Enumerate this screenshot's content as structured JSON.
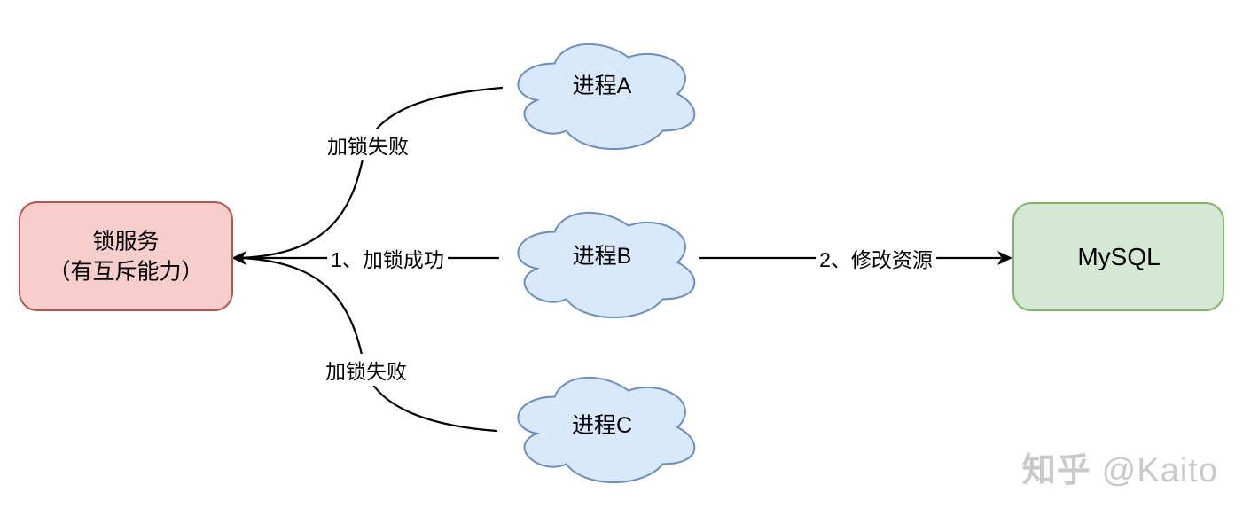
{
  "diagram": {
    "title_hint": "distributed-lock-diagram",
    "nodes": {
      "lock_service": {
        "line1": "锁服务",
        "line2": "（有互斥能力）",
        "fill": "#f8cecc",
        "stroke": "#b85450"
      },
      "process_a": {
        "label": "进程A",
        "fill": "#dae8fc",
        "stroke": "#6c8ebf"
      },
      "process_b": {
        "label": "进程B",
        "fill": "#dae8fc",
        "stroke": "#6c8ebf"
      },
      "process_c": {
        "label": "进程C",
        "fill": "#dae8fc",
        "stroke": "#6c8ebf"
      },
      "mysql": {
        "label": "MySQL",
        "fill": "#d5e8d4",
        "stroke": "#82b366"
      }
    },
    "edges": {
      "a_to_lock": {
        "label": "加锁失败",
        "color": "#000000"
      },
      "b_to_lock": {
        "label": "1、加锁成功",
        "color": "#000000"
      },
      "c_to_lock": {
        "label": "加锁失败",
        "color": "#000000"
      },
      "b_to_mysql": {
        "label": "2、修改资源",
        "color": "#000000"
      }
    },
    "arrow_color": "#000000",
    "watermark": {
      "brand": "知乎",
      "handle": "@Kaito",
      "color": "#c9c9c9"
    }
  }
}
